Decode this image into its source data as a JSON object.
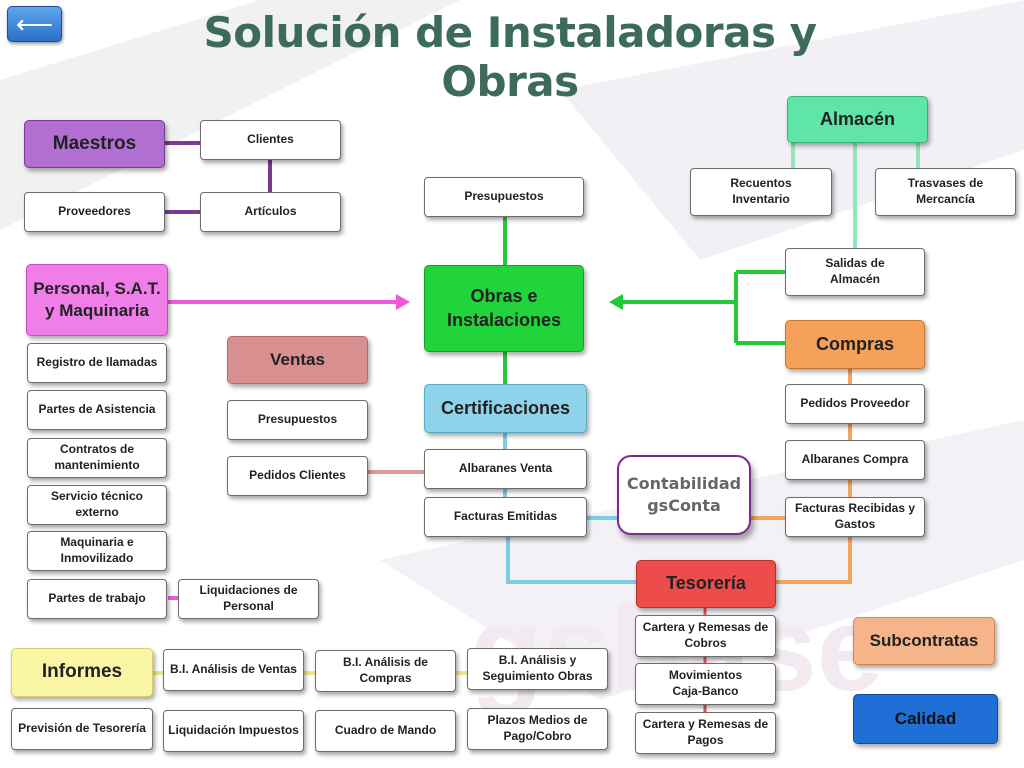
{
  "title": "Solución de Instaladoras y Obras",
  "back_icon": "⟵",
  "colors": {
    "maestros": "#b06fd1",
    "personal": "#f07ee8",
    "ventas": "#d88f8f",
    "obras": "#22d43c",
    "certificaciones": "#8fd3ea",
    "almacen": "#5fe5a6",
    "compras": "#f5a15a",
    "tesoreria": "#ee4b4b",
    "subcontratas": "#f6b48a",
    "calidad": "#1f6fd6",
    "informes": "#fbf5a6"
  },
  "maestros": {
    "label": "Maestros",
    "clientes": "Clientes",
    "proveedores": "Proveedores",
    "articulos": "Artículos"
  },
  "personal": {
    "label": "Personal, S.A.T. y Maquinaria",
    "items": [
      "Registro de llamadas",
      "Partes de Asistencia",
      "Contratos de mantenimiento",
      "Servicio técnico externo",
      "Maquinaria e Inmovilizado",
      "Partes de trabajo"
    ],
    "liquidaciones": "Liquidaciones de Personal"
  },
  "ventas": {
    "label": "Ventas",
    "presupuestos": "Presupuestos",
    "pedidos": "Pedidos Clientes"
  },
  "obras": {
    "presupuestos": "Presupuestos",
    "label": "Obras e Instalaciones"
  },
  "certificaciones": {
    "label": "Certificaciones",
    "albaranes": "Albaranes Venta",
    "facturas": "Facturas Emitidas"
  },
  "contabilidad": {
    "line1": "Contabilidad",
    "line2": "gsConta"
  },
  "almacen": {
    "label": "Almacén",
    "recuentos": "Recuentos Inventario",
    "trasvases": "Trasvases de Mercancía",
    "salidas": "Salidas de Almacén"
  },
  "compras": {
    "label": "Compras",
    "pedidos": "Pedidos Proveedor",
    "albaranes": "Albaranes Compra",
    "facturas": "Facturas Recibidas y Gastos"
  },
  "tesoreria": {
    "label": "Tesorería",
    "items": [
      "Cartera y Remesas de Cobros",
      "Movimientos Caja-Banco",
      "Cartera y Remesas de Pagos"
    ]
  },
  "subcontratas": {
    "label": "Subcontratas"
  },
  "calidad": {
    "label": "Calidad"
  },
  "informes": {
    "label": "Informes",
    "items": [
      "B.I. Análisis de Ventas",
      "B.I. Análisis de Compras",
      "B.I. Análisis y Seguimiento Obras",
      "Previsión de Tesorería",
      "Liquidación Impuestos",
      "Cuadro de Mando",
      "Plazos Medios de Pago/Cobro"
    ]
  }
}
